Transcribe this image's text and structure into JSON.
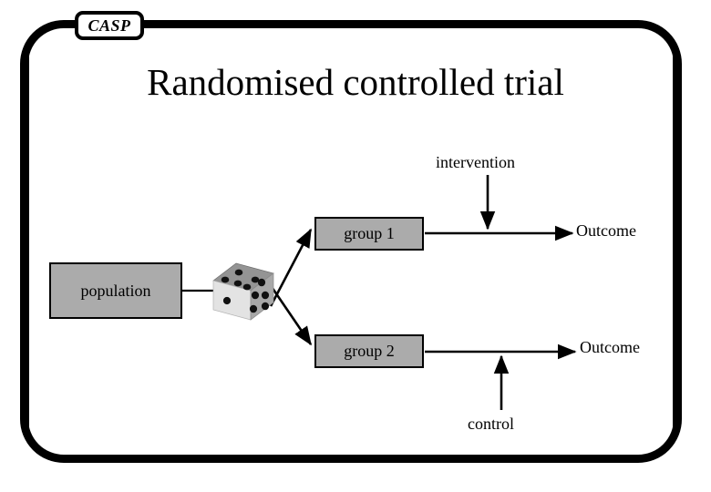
{
  "slide": {
    "badge_label": "CASP",
    "title": "Randomised controlled trial",
    "background_color": "#ffffff",
    "frame_color": "#000000",
    "box_fill_color": "#ababab"
  },
  "diagram": {
    "type": "flow-diagram",
    "nodes": [
      {
        "id": "population",
        "label": "population",
        "shape": "rect",
        "fill": "#ababab"
      },
      {
        "id": "randomiser",
        "label": "dice",
        "shape": "cube",
        "fill": "#d9d9d9"
      },
      {
        "id": "group1",
        "label": "group 1",
        "shape": "rect",
        "fill": "#ababab"
      },
      {
        "id": "group2",
        "label": "group 2",
        "shape": "rect",
        "fill": "#ababab"
      },
      {
        "id": "outcome1",
        "label": "Outcome",
        "shape": "text"
      },
      {
        "id": "outcome2",
        "label": "Outcome",
        "shape": "text"
      },
      {
        "id": "intervention",
        "label": "intervention",
        "shape": "text"
      },
      {
        "id": "control",
        "label": "control",
        "shape": "text"
      }
    ],
    "edges": [
      {
        "from": "population",
        "to": "randomiser",
        "arrow": false
      },
      {
        "from": "randomiser",
        "to": "group1",
        "arrow": true
      },
      {
        "from": "randomiser",
        "to": "group2",
        "arrow": true
      },
      {
        "from": "group1",
        "to": "outcome1",
        "arrow": true
      },
      {
        "from": "group2",
        "to": "outcome2",
        "arrow": true
      },
      {
        "from": "intervention",
        "to": "group1-outcome1-path",
        "arrow": true,
        "direction": "down"
      },
      {
        "from": "control",
        "to": "group2-outcome2-path",
        "arrow": true,
        "direction": "up"
      }
    ]
  },
  "labels": {
    "population": "population",
    "group1": "group 1",
    "group2": "group 2",
    "outcome1": "Outcome",
    "outcome2": "Outcome",
    "intervention": "intervention",
    "control": "control"
  }
}
